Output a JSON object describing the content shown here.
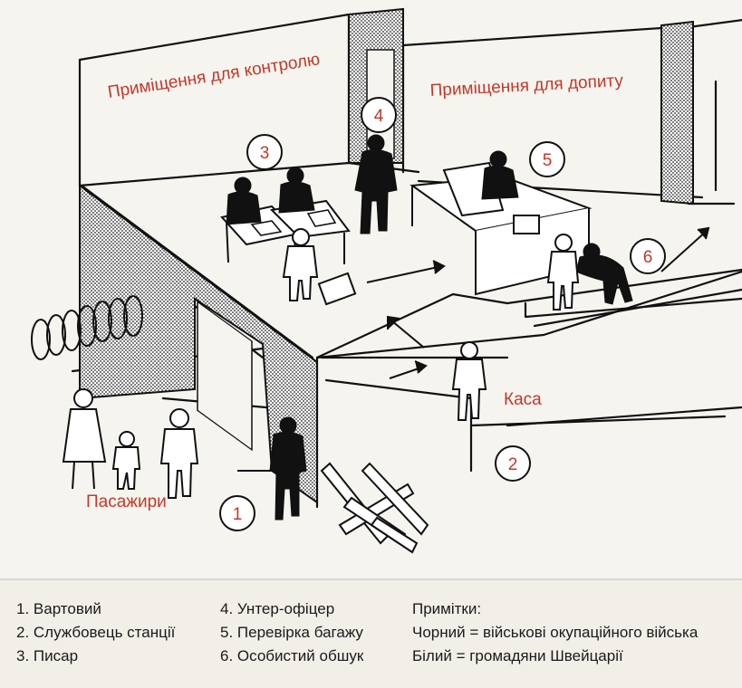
{
  "labels": {
    "control_room": "Приміщення для контролю",
    "interrogation_room": "Приміщення для допиту",
    "cashier": "Каса",
    "passengers": "Пасажири"
  },
  "markers": [
    "1",
    "2",
    "3",
    "4",
    "5",
    "6"
  ],
  "legend": {
    "column1": [
      "1. Вартовий",
      "2. Службовець станції",
      "3. Писар"
    ],
    "column2": [
      "4. Унтер-офіцер",
      "5. Перевірка багажу",
      "6. Особистий обшук"
    ],
    "notes_title": "Примітки:",
    "notes": [
      "Чорний = військові окупаційного війська",
      "Білий = громадяни Швейцарії"
    ]
  },
  "colors": {
    "label_red": "#c0392b",
    "ink": "#111111",
    "paper": "#f2efe9"
  }
}
